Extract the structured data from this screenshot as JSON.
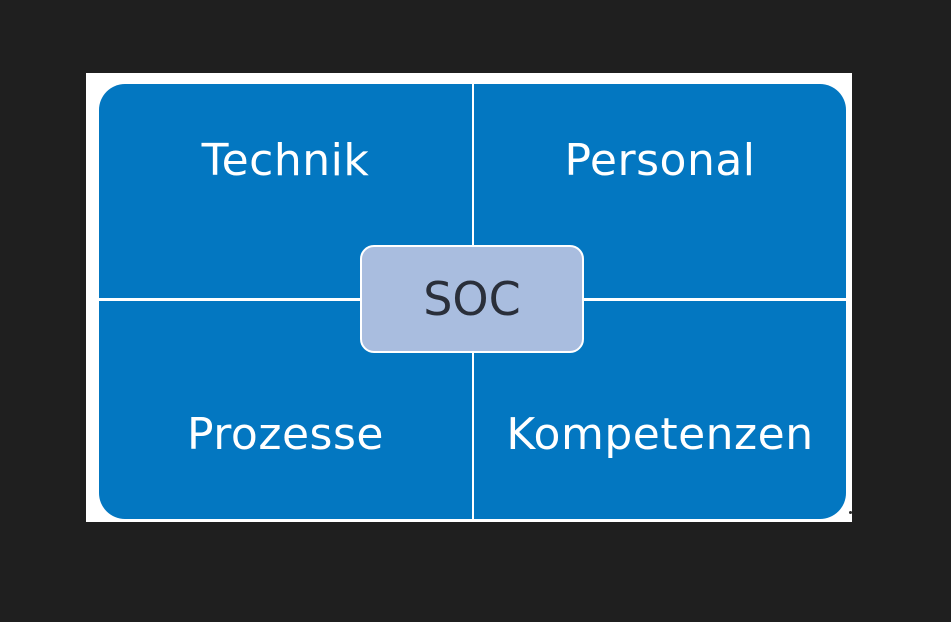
{
  "diagram": {
    "center_label": "SOC",
    "quadrants": {
      "top_left": "Technik",
      "top_right": "Personal",
      "bottom_left": "Prozesse",
      "bottom_right": "Kompetenzen"
    }
  },
  "colors": {
    "background": "#1f1f1f",
    "slide": "#ffffff",
    "quadrant_fill": "#0377c1",
    "center_fill": "#a9bddf",
    "center_text": "#2a2f3a"
  }
}
